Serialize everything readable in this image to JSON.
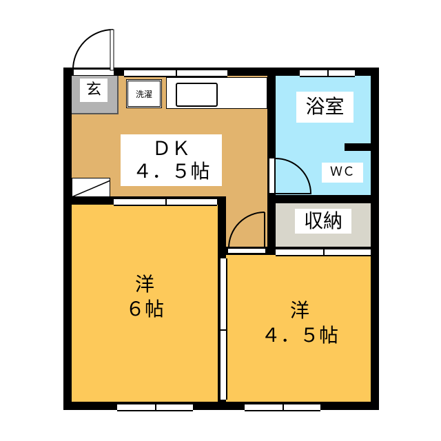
{
  "rooms": {
    "genkan": {
      "label": "玄",
      "color": "#b3b3b3"
    },
    "laundry": {
      "label": "洗濯"
    },
    "dk": {
      "label": "ＤＫ",
      "size": "４．５帖",
      "color": "#e2b46e"
    },
    "bath": {
      "label": "浴室",
      "color": "#aeeafc"
    },
    "wc": {
      "label": "ＷＣ"
    },
    "storage": {
      "label": "収納",
      "color": "#d8d6cb"
    },
    "western1": {
      "label": "洋",
      "size": "６帖",
      "color": "#fdc95a"
    },
    "western2": {
      "label": "洋",
      "size": "４．５帖",
      "color": "#fdc95a"
    }
  }
}
